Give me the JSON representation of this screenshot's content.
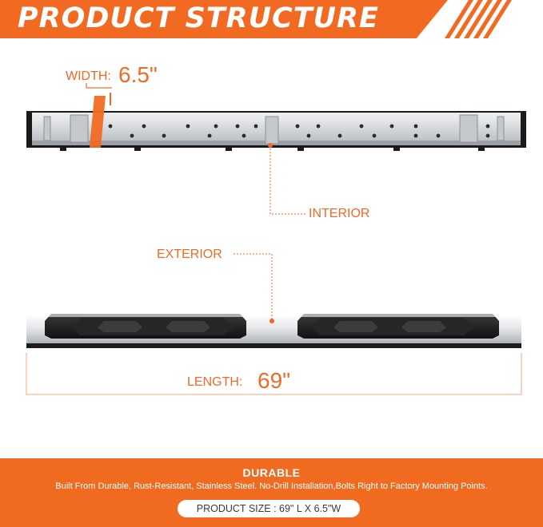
{
  "header": {
    "title": "PRODUCT STRUCTURE"
  },
  "labels": {
    "width_text": "WIDTH:",
    "width_value": "6.5\"",
    "interior": "INTERIOR",
    "exterior": "EXTERIOR",
    "length_text": "LENGTH:",
    "length_value": "69\""
  },
  "footer": {
    "title": "DURABLE",
    "description": "Built From Durable, Rust-Resistant, Stainless Steel. No-Drill Installation,Bolts Right to Factory Mounting Points.",
    "product_size": "PRODUCT SIZE : 69\" L X 6.5\"W"
  },
  "colors": {
    "accent": "#f26a22",
    "steel": "#d9dce0",
    "black_pad": "#1b1b1b"
  }
}
